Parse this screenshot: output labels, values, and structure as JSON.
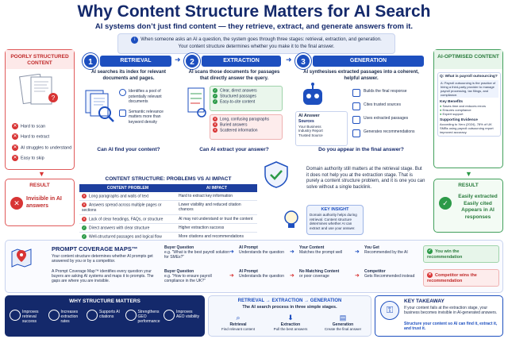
{
  "title": "Why Content Structure Matters for AI Search",
  "subtitle": "AI systems don’t just find content — they retrieve, extract, and generate answers from it.",
  "banner": {
    "line1": "When someone asks an AI a question, the system goes through three stages: retrieval, extraction, and generation.",
    "line2": "Your content structure determines whether you make it to the final answer."
  },
  "poor": {
    "heading": "POORLY STRUCTURED CONTENT",
    "items": [
      "Hard to scan",
      "Hard to extract",
      "AI struggles to understand",
      "Easy to skip"
    ],
    "result_heading": "RESULT",
    "result_text": "Invisible in AI answers"
  },
  "optimised": {
    "heading": "AI-OPTIMISED CONTENT",
    "question": "Q: What is payroll outsourcing?",
    "answer": "A: Payroll outsourcing is the practice of hiring a third-party provider to manage payroll processing, tax filings, and compliance.",
    "benefits_title": "Key Benefits",
    "benefits": [
      "Saves time and reduces errors",
      "Ensures compliance",
      "Expert support"
    ],
    "evidence_title": "Supporting Evidence",
    "evidence": "According to Xero (2024), 78% of UK SMBs using payroll outsourcing report improved accuracy.",
    "result_heading": "RESULT",
    "result_text": "Easily extracted Easily cited Appears in AI responses"
  },
  "stages": [
    {
      "num": "1",
      "label": "RETRIEVAL",
      "desc": "AI searches its index for relevant documents and pages.",
      "notes": [
        "Identifies a pool of potentially relevant documents",
        "Semantic relevance matters more than keyword density"
      ],
      "question": "Can AI find your content?"
    },
    {
      "num": "2",
      "label": "EXTRACTION",
      "desc": "AI scans those documents for passages that directly answer the query.",
      "good": [
        "Clear, direct answers",
        "Structured passages",
        "Easy-to-cite content"
      ],
      "bad": [
        "Long, confusing paragraphs",
        "Buried answers",
        "Scattered information"
      ],
      "question": "Can AI extract your answer?"
    },
    {
      "num": "3",
      "label": "GENERATION",
      "desc": "AI synthesises extracted passages into a coherent, helpful answer.",
      "answer_title": "AI Answer",
      "sources_title": "Sources",
      "sources": [
        "Your Business",
        "Industry Report",
        "Trusted Source"
      ],
      "steps": [
        "Builds the final response",
        "Cites trusted sources",
        "Uses extracted passages",
        "Generates recommendations"
      ],
      "question": "Do you appear in the final answer?"
    }
  ],
  "table": {
    "title": "CONTENT STRUCTURE: PROBLEMS VS AI IMPACT",
    "headers": [
      "CONTENT PROBLEM",
      "AI IMPACT"
    ],
    "rows": [
      [
        "Long paragraphs and walls of text",
        "Hard to extract key information"
      ],
      [
        "Answers spread across multiple pages or sections",
        "Lower visibility and reduced citation chances"
      ],
      [
        "Lack of clear headings, FAQs, or structure",
        "AI may not understand or trust the content"
      ],
      [
        "Direct answers with clear structure",
        "Higher extraction success"
      ],
      [
        "Well-structured passages and logical flow",
        "More citations and recommendations"
      ]
    ]
  },
  "domain_note": "Domain authority still matters at the retrieval stage. But it does not help you at the extraction stage. That is purely a content structure problem, and it is one you can solve without a single backlink.",
  "insight": {
    "title": "KEY INSIGHT",
    "text": "Domain authority helps during retrieval. Content structure determines whether AI can extract and use your answer."
  },
  "prompt": {
    "title": "PROMPT COVERAGE MAPS™",
    "text1": "Your content structure determines whether AI prompts get answered by you or by a competitor.",
    "text2": "A Prompt Coverage Map™ identifies every question your buyers are asking AI systems and maps it to prompts. The gaps are where you are invisible.",
    "row1": [
      {
        "title": "Buyer Question",
        "body": "e.g. “What is the best payroll solution for SMEs?”"
      },
      {
        "title": "AI Prompt",
        "body": "Understands the question"
      },
      {
        "title": "Your Content",
        "body": "Matches the prompt well"
      },
      {
        "title": "You Get",
        "body": "Recommended by the AI"
      }
    ],
    "row1_outcome": "You win the recommendation",
    "row2": [
      {
        "title": "Buyer Question",
        "body": "e.g. “How to ensure payroll compliance in the UK?”"
      },
      {
        "title": "AI Prompt",
        "body": "Understands the question"
      },
      {
        "title": "No Matching Content",
        "body": "or poor coverage"
      },
      {
        "title": "Competitor",
        "body": "Gets Recommended instead"
      }
    ],
    "row2_outcome": "Competitor wins the recommendation"
  },
  "why": {
    "title": "WHY STRUCTURE MATTERS",
    "items": [
      "Improves retrieval success",
      "Increases extraction rates",
      "Supports AI citations",
      "Strengthens GEO performance",
      "Improves AEO visibility"
    ]
  },
  "rev": {
    "title": "RETRIEVAL → EXTRACTION → GENERATION",
    "subtitle": "The AI search process in three simple stages.",
    "steps": [
      {
        "label": "Retrieval",
        "body": "Find relevant content"
      },
      {
        "label": "Extraction",
        "body": "Pull the best answers"
      },
      {
        "label": "Generation",
        "body": "Create the final answer"
      }
    ]
  },
  "takeaway": {
    "title": "KEY TAKEAWAY",
    "text1": "If your content fails at the extraction stage, your business becomes invisible in AI-generated answers.",
    "text2": "Structure your content so AI can find it, extract it, and trust it."
  }
}
